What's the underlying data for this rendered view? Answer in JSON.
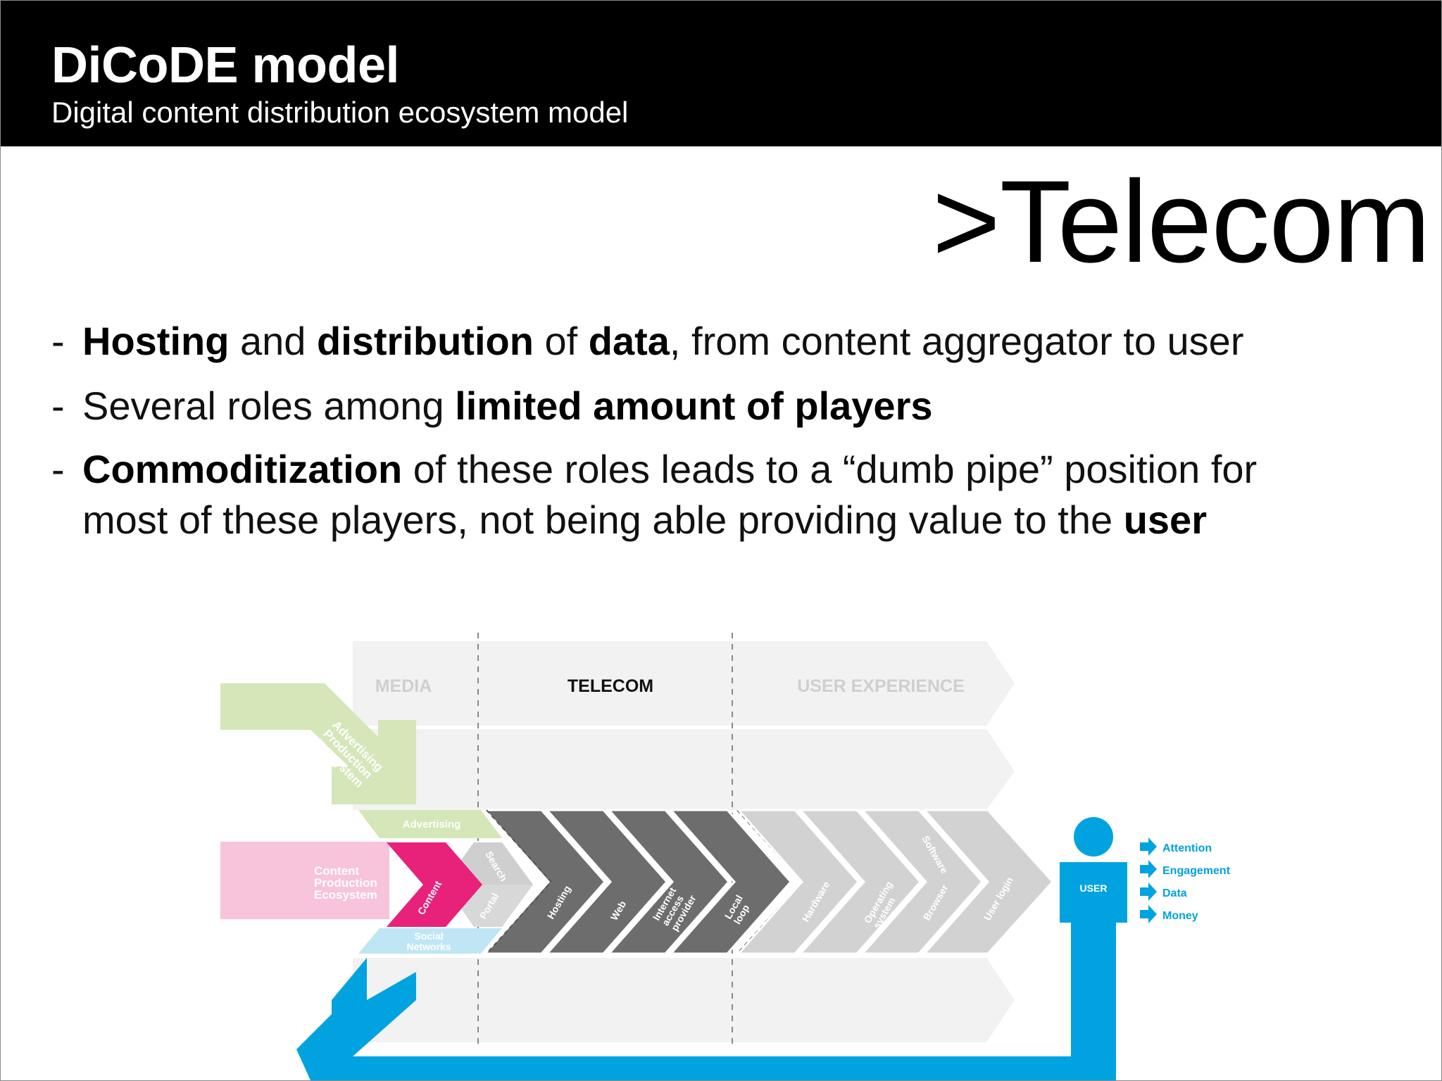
{
  "header": {
    "title": "DiCoDE model",
    "subtitle": "Digital content distribution ecosystem model"
  },
  "section_title": ">Telecom",
  "bullets": [
    {
      "dash": "-",
      "line1": [
        {
          "b": "Hosting"
        },
        {
          "t": " and "
        },
        {
          "b": "distribution"
        },
        {
          "t": " of "
        },
        {
          "b": "data"
        },
        {
          "t": ", from content aggregator to user"
        }
      ]
    },
    {
      "dash": "-",
      "line1": [
        {
          "t": "Several roles among "
        },
        {
          "b": "limited amount of players"
        }
      ]
    },
    {
      "dash": "-",
      "line1": [
        {
          "b": "Commoditization"
        },
        {
          "t": " of these roles leads to a “dumb pipe” position for"
        }
      ],
      "line2": [
        {
          "t": "most of these players, not being able providing value to the "
        },
        {
          "b": "user"
        }
      ]
    }
  ],
  "diagram": {
    "columns": {
      "media": "MEDIA",
      "telecom": "TELECOM",
      "user_experience": "USER EXPERIENCE"
    },
    "ecosystems": {
      "advertising": "Advertising Production Ecosystem",
      "content": "Content Production Ecosystem"
    },
    "media_roles": {
      "advertising": "Advertising",
      "content": "Content",
      "search": "Search",
      "portal": "Portal",
      "social_networks": "Social Networks"
    },
    "telecom_roles": [
      "Hosting",
      "Web",
      "Internet access provider",
      "Local loop"
    ],
    "ux_roles": [
      "Hardware",
      "Operating system",
      "Browser",
      "Software",
      "User login"
    ],
    "user_label": "USER",
    "user_flows": [
      "Attention",
      "Engagement",
      "Data",
      "Money"
    ],
    "colors": {
      "telecom": "#6d6d6d",
      "content": "#e8217a",
      "user": "#00a3e0",
      "advertising": "#d5e6b8",
      "social": "#bfe6f5",
      "ux": "#cfcfcf",
      "header_bar": "#000000"
    }
  }
}
